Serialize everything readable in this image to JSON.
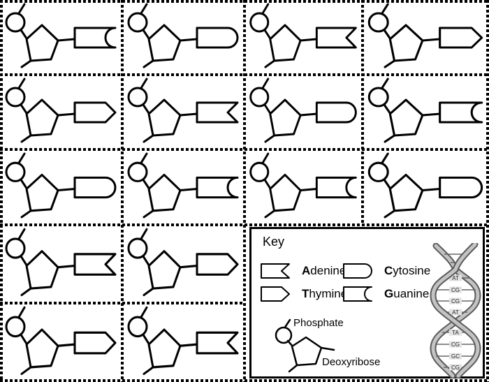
{
  "colors": {
    "line": "#000000",
    "background": "#ffffff",
    "helix_dark": "#5a5a5a",
    "helix_light": "#c3c3c3",
    "rung_line": "#666666",
    "rung_label_bg": "#e2e2e2"
  },
  "grid": {
    "rows": 5,
    "cols": 4,
    "card_count": 16
  },
  "cards": [
    {
      "row": 1,
      "col": 1,
      "base": "Guanine"
    },
    {
      "row": 1,
      "col": 2,
      "base": "Cytosine"
    },
    {
      "row": 1,
      "col": 3,
      "base": "Adenine"
    },
    {
      "row": 1,
      "col": 4,
      "base": "Thymine"
    },
    {
      "row": 2,
      "col": 1,
      "base": "Thymine"
    },
    {
      "row": 2,
      "col": 2,
      "base": "Adenine"
    },
    {
      "row": 2,
      "col": 3,
      "base": "Cytosine"
    },
    {
      "row": 2,
      "col": 4,
      "base": "Guanine"
    },
    {
      "row": 3,
      "col": 1,
      "base": "Cytosine"
    },
    {
      "row": 3,
      "col": 2,
      "base": "Guanine"
    },
    {
      "row": 3,
      "col": 3,
      "base": "Guanine"
    },
    {
      "row": 3,
      "col": 4,
      "base": "Cytosine"
    },
    {
      "row": 4,
      "col": 1,
      "base": "Adenine"
    },
    {
      "row": 4,
      "col": 2,
      "base": "Thymine"
    },
    {
      "row": 5,
      "col": 1,
      "base": "Thymine"
    },
    {
      "row": 5,
      "col": 2,
      "base": "Adenine"
    }
  ],
  "key": {
    "title": "Key",
    "legend": [
      {
        "initial": "A",
        "rest": "denine",
        "base": "Adenine"
      },
      {
        "initial": "C",
        "rest": "ytosine",
        "base": "Cytosine"
      },
      {
        "initial": "T",
        "rest": "hymine",
        "base": "Thymine"
      },
      {
        "initial": "G",
        "rest": "uanine",
        "base": "Guanine"
      }
    ],
    "phosphate_label": "Phosphate",
    "deoxyribose_label": "Deoxyribose",
    "helix_pairs": [
      "AT",
      "CG",
      "CG",
      "AT",
      "TA",
      "CG",
      "GC",
      "CG"
    ]
  }
}
